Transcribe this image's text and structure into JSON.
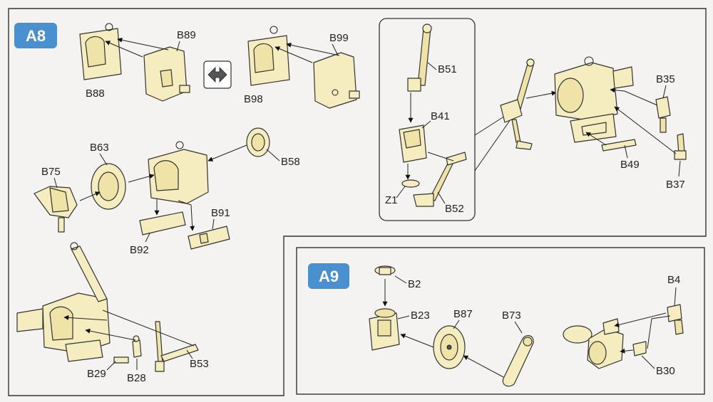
{
  "steps": {
    "a8": {
      "badge": "A8",
      "color": "#4a8fce"
    },
    "a9": {
      "badge": "A9",
      "color": "#4a8fce"
    }
  },
  "labels": {
    "b88": "B88",
    "b89": "B89",
    "b98": "B98",
    "b99": "B99",
    "b63": "B63",
    "b75": "B75",
    "b58": "B58",
    "b91": "B91",
    "b92": "B92",
    "b29": "B29",
    "b28": "B28",
    "b53": "B53",
    "b51": "B51",
    "b41": "B41",
    "z1": "Z1",
    "b52": "B52",
    "b35": "B35",
    "b49": "B49",
    "b37": "B37",
    "b2": "B2",
    "b23": "B23",
    "b87": "B87",
    "b73": "B73",
    "b4": "B4",
    "b30": "B30"
  },
  "icons": {
    "swap": "left-right-arrow-icon"
  }
}
